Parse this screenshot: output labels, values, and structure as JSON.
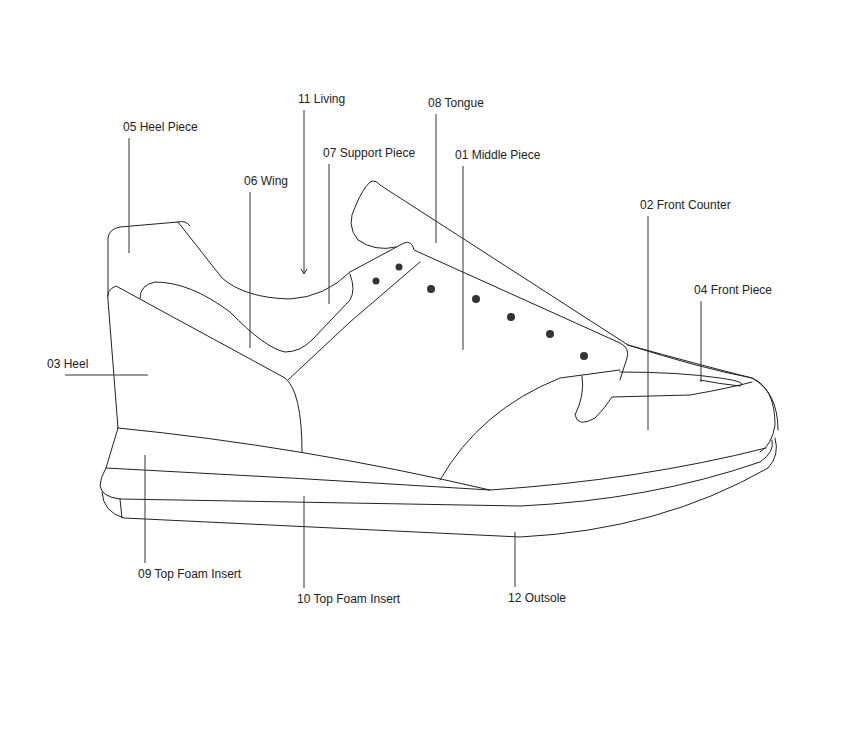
{
  "diagram": {
    "labels": [
      "11 Living",
      "08 Tongue",
      "05 Heel Piece",
      "07 Support Piece",
      "01 Middle Piece",
      "06 Wing",
      "02 Front Counter",
      "04 Front Piece",
      "03 Heel",
      "09 Top Foam Insert",
      "12 Outsole",
      "10 Top Foam Insert"
    ]
  }
}
